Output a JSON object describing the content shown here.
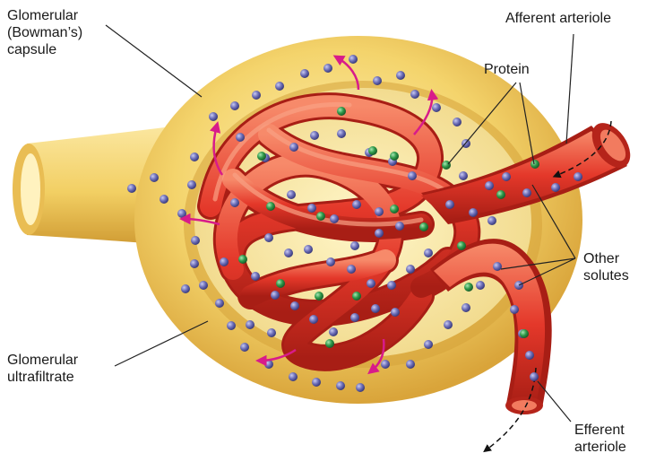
{
  "labels": {
    "capsule": [
      "Glomerular",
      "(Bowman’s)",
      "capsule"
    ],
    "afferent": [
      "Afferent arteriole"
    ],
    "protein": [
      "Protein"
    ],
    "other_solutes": [
      "Other",
      "solutes"
    ],
    "ultrafiltrate": [
      "Glomerular",
      "ultrafiltrate"
    ],
    "efferent": [
      "Efferent",
      "arteriole"
    ]
  },
  "colors": {
    "capsule_fill": "#f2d36b",
    "capsule_shadow": "#d9a93a",
    "capsule_inner": "#fbe9a6",
    "vessel": "#e4382a",
    "vessel_dark": "#b5241a",
    "vessel_light": "#f47a5c",
    "protein_dot": "#2f9a4a",
    "solute_dot": "#6e6fb8",
    "flow_arrow": "#d81b8a",
    "leader": "#222222"
  }
}
